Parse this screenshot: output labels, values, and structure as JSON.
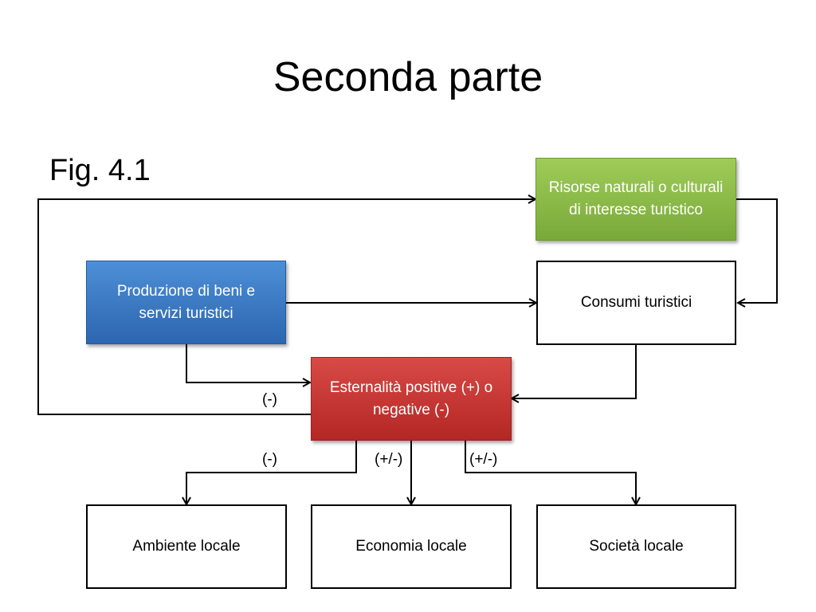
{
  "title": "Seconda parte",
  "figure_label": "Fig. 4.1",
  "nodes": {
    "risorse": "Risorse naturali o culturali di interesse turistico",
    "produzione": "Produzione di beni e servizi turistici",
    "consumi": "Consumi turistici",
    "esternalita": "Esternalità positive (+) o negative (-)",
    "ambiente": "Ambiente locale",
    "economia": "Economia locale",
    "societa": "Società locale"
  },
  "signs": {
    "to_risorse": "(-)",
    "to_ambiente": "(-)",
    "to_economia": "(+/-)",
    "to_societa": "(+/-)"
  },
  "colors": {
    "risorse": "#8dbd4b",
    "produzione": "#3a7cc6",
    "esternalita": "#c83734"
  }
}
